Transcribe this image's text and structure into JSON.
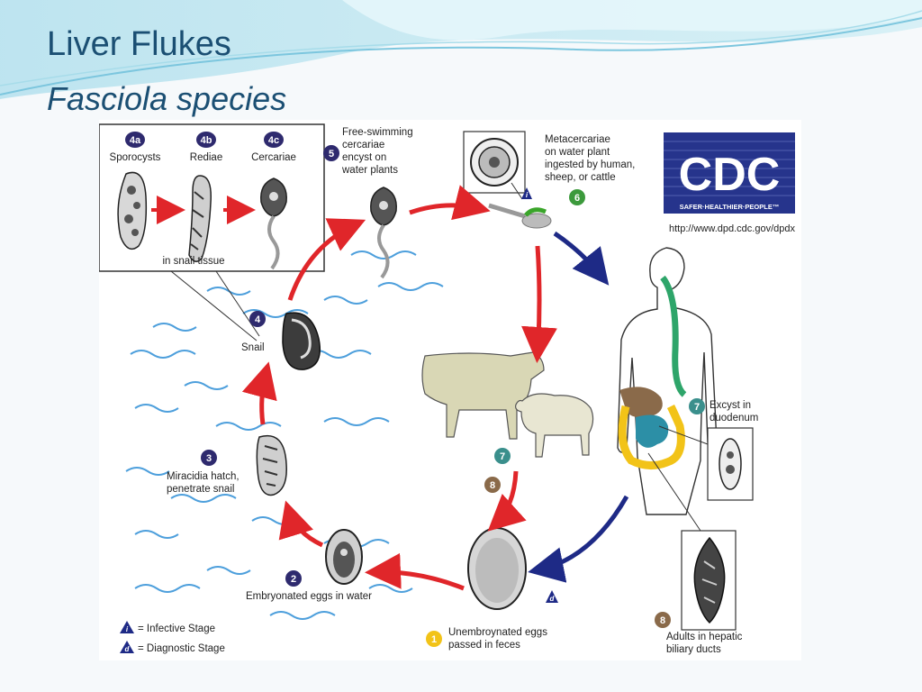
{
  "slide": {
    "title": "Liver Flukes",
    "subtitle": "Fasciola species"
  },
  "diagram": {
    "cdc_logo": "CDC",
    "cdc_tagline": "SAFER·HEALTHIER·PEOPLE™",
    "url": "http://www.dpd.cdc.gov/dpdx",
    "inset": {
      "badges": [
        "4a",
        "4b",
        "4c"
      ],
      "labels": [
        "Sporocysts",
        "Rediae",
        "Cercariae"
      ],
      "caption": "in snail tissue"
    },
    "stages": {
      "s1": {
        "badge": "1",
        "lines": [
          "Unembroynated eggs",
          "passed in feces"
        ]
      },
      "s2": {
        "badge": "2",
        "lines": [
          "Embryonated eggs in water"
        ]
      },
      "s3": {
        "badge": "3",
        "lines": [
          "Miracidia hatch,",
          "penetrate snail"
        ]
      },
      "s4": {
        "badge": "4",
        "lines": [
          "Snail"
        ]
      },
      "s5": {
        "badge": "5",
        "lines": [
          "Free-swimming",
          "cercariae",
          "encyst on",
          "water plants"
        ]
      },
      "s6": {
        "badge": "6",
        "lines": [
          "Metacercariae",
          "on water plant",
          "ingested by human,",
          "sheep, or cattle"
        ]
      },
      "s7": {
        "badge": "7",
        "lines": [
          "Excyst in",
          "duodenum"
        ]
      },
      "s8": {
        "badge": "8",
        "lines": [
          "Adults in hepatic",
          "biliary ducts"
        ]
      }
    },
    "animal_badges": [
      "7",
      "8"
    ],
    "legend": {
      "infective_symbol": "i",
      "infective_label": "= Infective Stage",
      "diagnostic_symbol": "d",
      "diagnostic_label": "= Diagnostic Stage"
    },
    "colors": {
      "badge_dark": "#2e2a6e",
      "badge_teal": "#3a8f8c",
      "badge_brown": "#8a6a4a",
      "badge_green": "#3c9a3c",
      "badge_yellow": "#f2c318",
      "arrow_red": "#e0262a",
      "arrow_blue": "#1e2a86",
      "water": "#2f8fd6",
      "cdc_blue": "#26348c"
    }
  }
}
